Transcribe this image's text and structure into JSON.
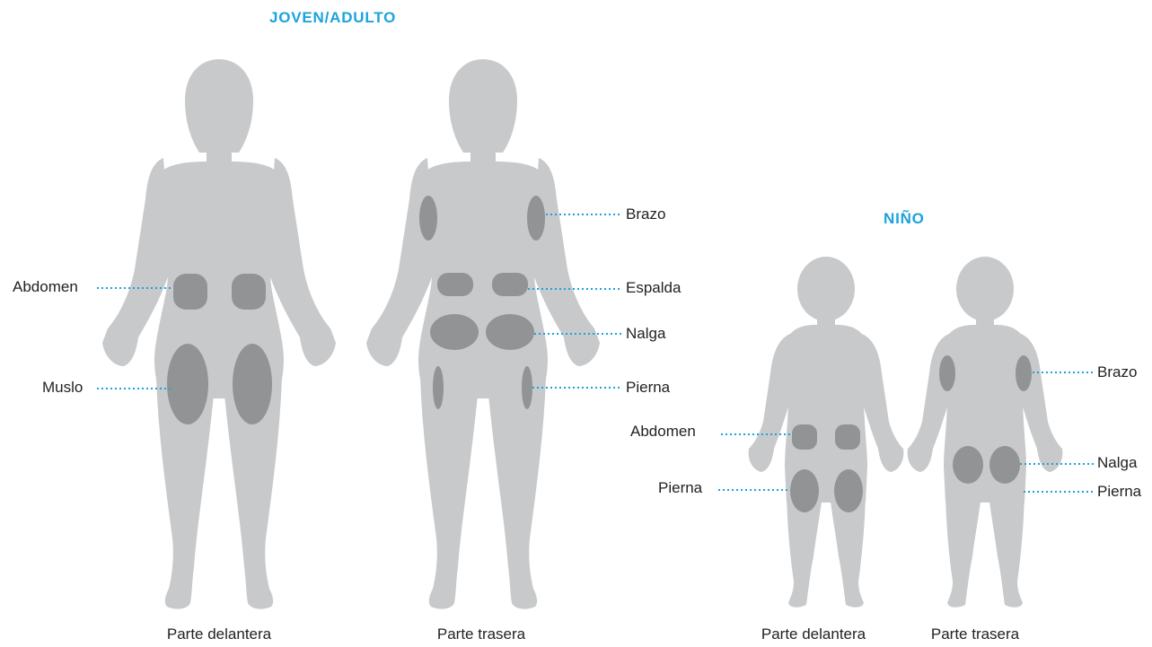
{
  "colors": {
    "body": "#c8c9cb",
    "site": "#929395",
    "heading": "#1ba3dc",
    "leader": "#1ba3dc"
  },
  "adult": {
    "heading": "JOVEN/ADULTO",
    "front_caption": "Parte delantera",
    "back_caption": "Parte trasera",
    "labels": {
      "abdomen": "Abdomen",
      "muslo": "Muslo",
      "brazo": "Brazo",
      "espalda": "Espalda",
      "nalga": "Nalga",
      "pierna": "Pierna"
    }
  },
  "child": {
    "heading": "NIÑO",
    "front_caption": "Parte delantera",
    "back_caption": "Parte trasera",
    "labels": {
      "abdomen": "Abdomen",
      "pierna_front": "Pierna",
      "brazo": "Brazo",
      "nalga": "Nalga",
      "pierna_back": "Pierna"
    }
  }
}
